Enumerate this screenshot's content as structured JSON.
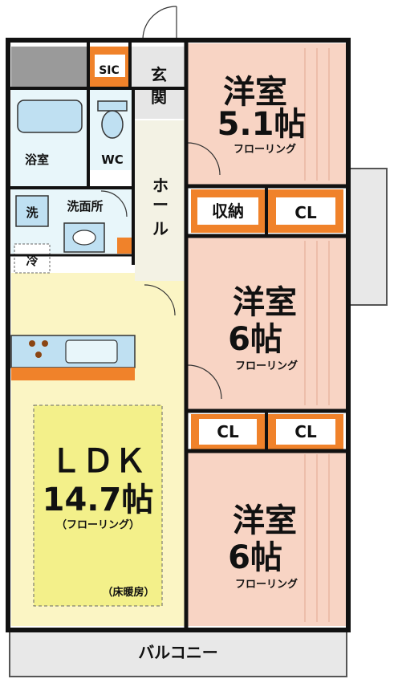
{
  "colors": {
    "wall": "#111111",
    "pink_floor": "#f8d4c4",
    "ldk_floor": "#fbf5c4",
    "ldk_heat": "#f3f08a",
    "wet_area": "#e8f6fa",
    "fixture": "#bfe0f2",
    "storage": "#f0822a",
    "hall": "#f3f2e4",
    "sic": "#f0822a",
    "dark_block": "#9a9a9a",
    "balcony": "#e8e8e8"
  },
  "rooms": {
    "genkan": "玄関",
    "sic": "SIC",
    "yoshitsu_top": {
      "name": "洋室",
      "size": "5.1帖",
      "floor": "フローリング"
    },
    "yoshitsu_mid": {
      "name": "洋室",
      "size": "6帖",
      "floor": "フローリング"
    },
    "yoshitsu_bot": {
      "name": "洋室",
      "size": "6帖",
      "floor": "フローリング"
    },
    "yokushitsu": "浴室",
    "wc": "WC",
    "sen": "洗",
    "senmenjo": "洗面所",
    "rei": "冷",
    "hall": "ホール",
    "shuno": "収納",
    "cl_top": "CL",
    "cl_mid_left": "CL",
    "cl_mid_right": "CL",
    "ldk": {
      "name": "ＬＤＫ",
      "size": "14.7帖",
      "floor": "（フローリング）",
      "heating": "（床暖房）"
    },
    "balcony": "バルコニー"
  }
}
